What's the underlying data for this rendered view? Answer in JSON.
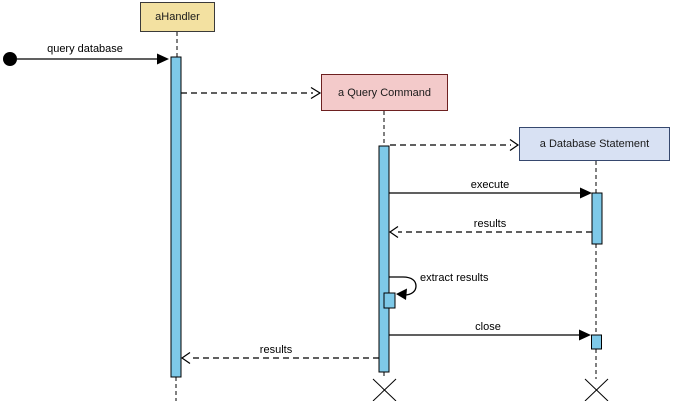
{
  "diagram": {
    "type": "uml-sequence-diagram",
    "lifelines": [
      {
        "id": "ahandler",
        "label": "aHandler",
        "fill": "#F3E1A1",
        "border": "#3A3A3A",
        "destroyed": false
      },
      {
        "id": "query-command",
        "label": "a Query Command",
        "fill": "#F3CACA",
        "border": "#6D2020",
        "destroyed": true
      },
      {
        "id": "database-statement",
        "label": "a Database Statement",
        "fill": "#D8E1F3",
        "border": "#36486E",
        "destroyed": true
      }
    ],
    "messages": [
      {
        "label": "query database",
        "from": "start-node",
        "to": "ahandler",
        "kind": "sync-solid-filled-arrow"
      },
      {
        "label": "",
        "from": "ahandler",
        "to": "query-command",
        "kind": "create-dashed-open-arrow"
      },
      {
        "label": "",
        "from": "query-command",
        "to": "database-statement",
        "kind": "create-dashed-open-arrow"
      },
      {
        "label": "execute",
        "from": "query-command",
        "to": "database-statement",
        "kind": "sync-solid-filled-arrow"
      },
      {
        "label": "results",
        "from": "database-statement",
        "to": "query-command",
        "kind": "return-dashed-open-arrow"
      },
      {
        "label": "extract results",
        "from": "query-command",
        "to": "query-command",
        "kind": "self-message-solid-filled-arrow"
      },
      {
        "label": "close",
        "from": "query-command",
        "to": "database-statement",
        "kind": "sync-solid-filled-arrow"
      },
      {
        "label": "results",
        "from": "query-command",
        "to": "ahandler",
        "kind": "return-dashed-open-arrow"
      }
    ],
    "colors": {
      "activation_fill": "#7EC9E8",
      "activation_border": "#000000",
      "line": "#000000",
      "background": "#FFFFFF"
    }
  }
}
